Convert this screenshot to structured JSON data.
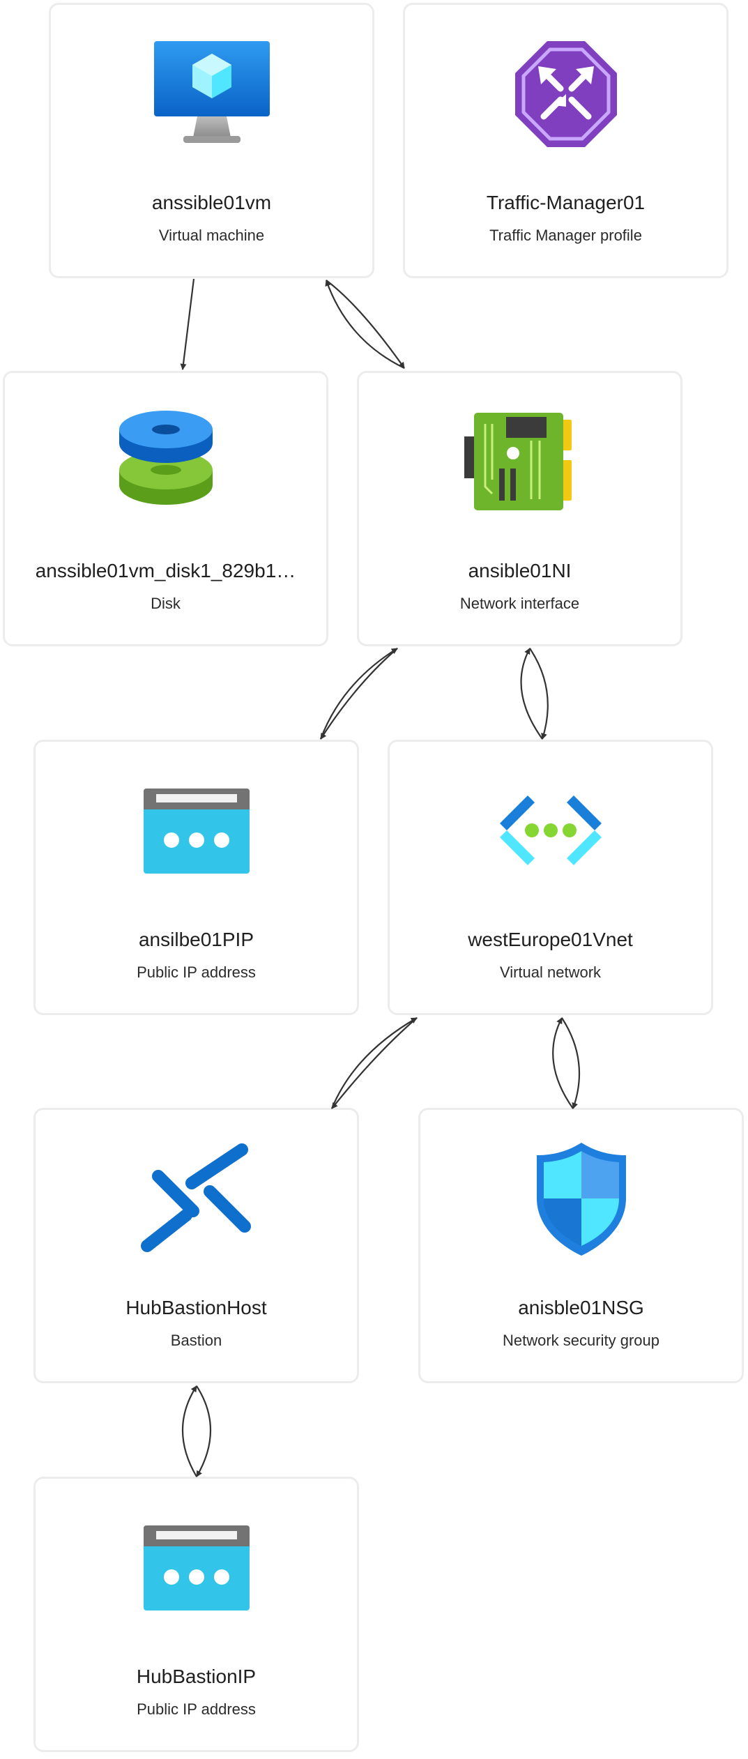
{
  "nodes": [
    {
      "id": "vm",
      "name": "anssible01vm",
      "type": "Virtual machine",
      "icon": "virtual-machine-icon"
    },
    {
      "id": "tm",
      "name": "Traffic-Manager01",
      "type": "Traffic Manager profile",
      "icon": "traffic-manager-icon"
    },
    {
      "id": "disk",
      "name": "anssible01vm_disk1_829b1…",
      "type": "Disk",
      "icon": "disk-icon"
    },
    {
      "id": "nic",
      "name": "ansible01NI",
      "type": "Network interface",
      "icon": "network-interface-icon"
    },
    {
      "id": "pip",
      "name": "ansilbe01PIP",
      "type": "Public IP address",
      "icon": "public-ip-icon"
    },
    {
      "id": "vnet",
      "name": "westEurope01Vnet",
      "type": "Virtual network",
      "icon": "virtual-network-icon"
    },
    {
      "id": "bastion",
      "name": "HubBastionHost",
      "type": "Bastion",
      "icon": "bastion-icon"
    },
    {
      "id": "nsg",
      "name": "anisble01NSG",
      "type": "Network security group",
      "icon": "network-security-group-icon"
    },
    {
      "id": "bip",
      "name": "HubBastionIP",
      "type": "Public IP address",
      "icon": "public-ip-icon"
    }
  ],
  "edges": [
    {
      "from": "vm",
      "to": "disk",
      "bidirectional": false
    },
    {
      "from": "vm",
      "to": "nic",
      "bidirectional": true
    },
    {
      "from": "nic",
      "to": "pip",
      "bidirectional": true
    },
    {
      "from": "nic",
      "to": "vnet",
      "bidirectional": true
    },
    {
      "from": "vnet",
      "to": "bastion",
      "bidirectional": true
    },
    {
      "from": "vnet",
      "to": "nsg",
      "bidirectional": true
    },
    {
      "from": "bastion",
      "to": "bip",
      "bidirectional": true
    }
  ],
  "colors": {
    "edge": "#333333",
    "card_border": "#ececec",
    "azure_blue": "#0078d4",
    "cyan": "#50e6ff",
    "green": "#86d633"
  }
}
